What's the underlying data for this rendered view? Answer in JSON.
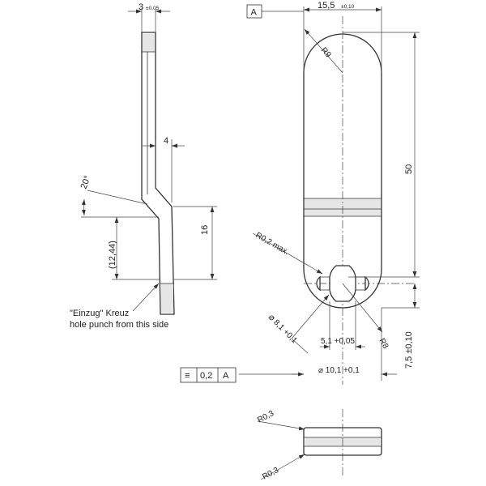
{
  "side_view": {
    "thickness": "3",
    "thickness_tol": "±0,05",
    "offset": "4",
    "angle": "20°",
    "height_paren": "(12,44)",
    "height": "16",
    "note_line1": "\"Einzug\" Kreuz",
    "note_line2": "hole punch from this side"
  },
  "front_view": {
    "datum": "A",
    "width": "15,5",
    "width_tol": "±0,10",
    "radius_top": "R9",
    "length": "50",
    "radius_corner": "R0,2 max.",
    "hole_dia_symbol": "⌀",
    "hole_dia": "8,1 +0,1",
    "slot_width": "5,1 +0,05",
    "radius_bottom": "R8",
    "pos_value": "7,5 ±0,10",
    "outer_dia": "⌀ 10,1 +0,1"
  },
  "tolerance_frame": {
    "symbol": "≡",
    "value": "0,2",
    "datum": "A"
  },
  "end_view": {
    "radius_top": "R0,3",
    "radius_bottom": "R0,3"
  }
}
